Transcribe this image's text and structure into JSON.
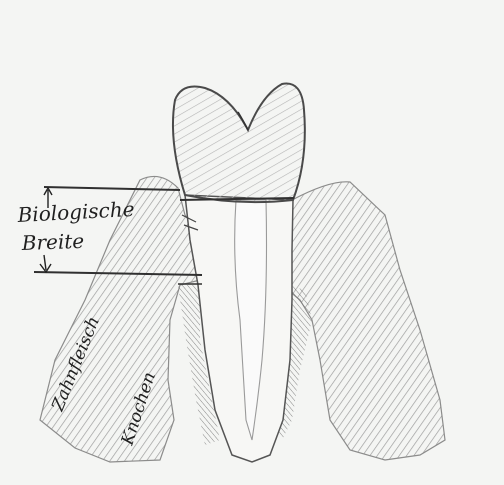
{
  "labels": {
    "biological_width_line1": "Biologische",
    "biological_width_line2": "Breite",
    "gingiva": "Zahnfleisch",
    "bone": "Knochen"
  },
  "colors": {
    "paper": "#f4f5f3",
    "pencil_dark": "#2a2a2a",
    "pencil_mid": "#6d6d6d",
    "shading": "#9c9c9c"
  }
}
